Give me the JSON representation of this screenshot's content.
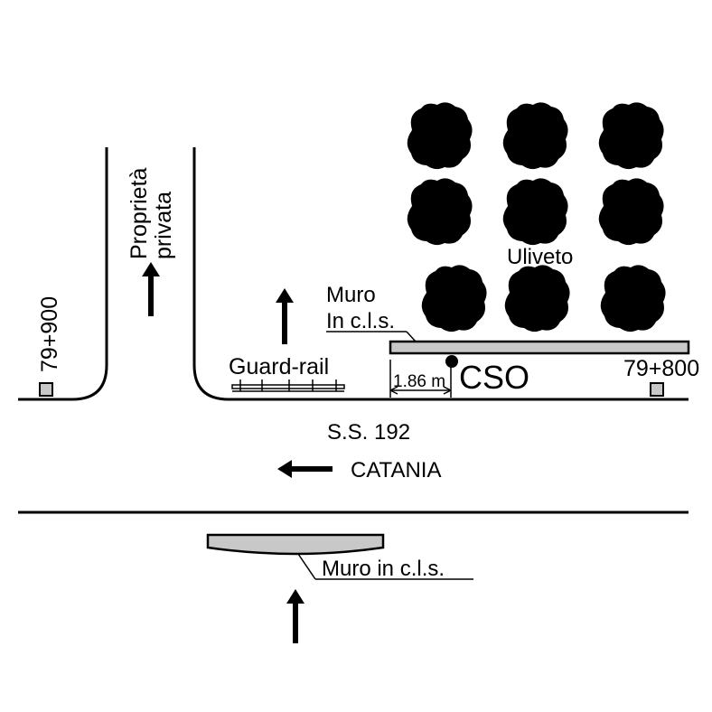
{
  "labels": {
    "private_property_line1": "Proprietà",
    "private_property_line2": "privata",
    "km_left": "79+900",
    "km_right": "79+800",
    "guard_rail": "Guard-rail",
    "wall_top_line1": "Muro",
    "wall_top_line2": "In c.l.s.",
    "olive_grove": "Uliveto",
    "distance": "1.86 m",
    "station": "CSO",
    "road": "S.S. 192",
    "direction": "CATANIA",
    "wall_bottom": "Muro in c.l.s."
  },
  "colors": {
    "tree": "#33ee33",
    "wall_fill": "#c8c8c8",
    "line": "#000000"
  },
  "icons": {
    "arrow": "arrow-up-icon",
    "direction_arrow": "arrow-left-icon",
    "tree": "olive-tree-icon",
    "marker": "square-marker-icon",
    "station": "dot-icon"
  }
}
